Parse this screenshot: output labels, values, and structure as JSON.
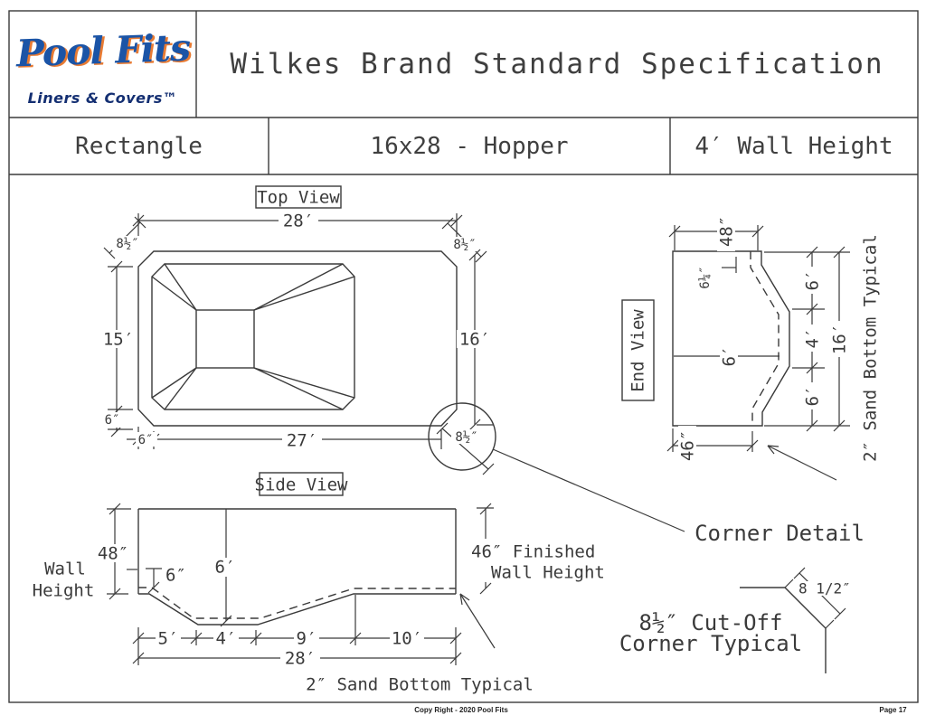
{
  "header": {
    "brand": "Pool Fits",
    "tagline": "Liners & Covers™",
    "title": "Wilkes Brand Standard Specification",
    "shape": "Rectangle",
    "model": "16x28 - Hopper",
    "wall": "4′ Wall Height"
  },
  "top_view": {
    "label": "Top View",
    "width_top": "28′",
    "width_bottom": "27′",
    "height_left": "15′",
    "height_right": "16′",
    "corner_tl": "8½″",
    "corner_tr": "8½″",
    "corner_br": "8½″",
    "inset_left": "6″",
    "inset_bottom": "6″"
  },
  "side_view": {
    "label": "Side View",
    "wall_word_1": "Wall",
    "wall_word_2": "Height",
    "wall_height": "48″",
    "step": "6″",
    "depth": "6′",
    "seg1": "5′",
    "seg2": "4′",
    "seg3": "9′",
    "seg4": "10′",
    "total": "28′",
    "finished_1": "46″ Finished",
    "finished_2": "Wall Height",
    "sand_note": "2″ Sand Bottom Typical"
  },
  "end_view": {
    "label": "End View",
    "wall_height": "48″",
    "corner_step": "6¼″",
    "depth": "6′",
    "seg1": "6′",
    "seg2": "4′",
    "seg3": "6′",
    "total": "16′",
    "finished": "46″",
    "sand_note": "2″ Sand Bottom Typical"
  },
  "corner_detail": {
    "title": "Corner Detail",
    "dim": "8 1/2″",
    "note_1": "8½″ Cut-Off",
    "note_2": "Corner Typical"
  },
  "footer": {
    "copyright": "Copy Right - 2020 Pool Fits",
    "page": "Page 17"
  }
}
